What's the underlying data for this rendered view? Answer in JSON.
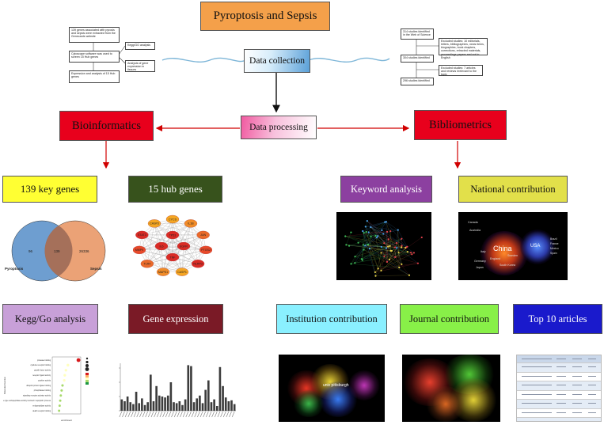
{
  "title": "Pyroptosis and Sepsis",
  "nodes": {
    "data_collection": "Data collection",
    "data_processing": "Data processing",
    "bioinformatics": "Bioinformatics",
    "bibliometrics": "Bibliometrics",
    "key_genes": "139 key genes",
    "hub_genes": "15 hub genes",
    "keyword_analysis": "Keyword analysis",
    "national_contribution": "National contribution",
    "kegg_go": "Kegg/Go analysis",
    "gene_expression": "Gene expression",
    "institution_contribution": "Institution  contribution",
    "journal_contribution": "Journal contribution",
    "top10": "Top 10 articles"
  },
  "left_flow": {
    "step1": "139 genes associated with pyrosis and sepsis were extracted from the Genecards website",
    "step2": "Cytoscape software was used to screen 15 Hub genes",
    "step3": "Expression and analysis of 15 Hub genes",
    "side1": "Kegg/GO analysis",
    "side2": "Analysis of gene expression in tissues"
  },
  "right_flow": {
    "step1": "314 studies identified in the Web of Science",
    "step2": "304 studies identified",
    "step3": "296 studies identified",
    "side1": "Excluded studies: 10 editorials, letters, bibliographies, news items, biographies, book chapters, corrections, retracted materials, proceedings papers and not in English",
    "side2": "Excluded studies: 7 articles and reviews irrelevant to the topic"
  },
  "venn": {
    "left_set": "Pyroptosis",
    "right_set": "Sepsis",
    "left_only": "96",
    "overlap": "139",
    "right_only": "26336"
  },
  "hub_genes": [
    "CYCS",
    "IL1B",
    "JUN",
    "PTGS2",
    "NLRP3",
    "CASP1",
    "MAPK1",
    "TLR4",
    "MMP9",
    "STAT3",
    "CASP3",
    "TP53",
    "EGFR",
    "TNF",
    "IL6"
  ],
  "country_map": {
    "china": "China",
    "usa": "USA",
    "others": [
      "Canada",
      "Australia",
      "Italy",
      "Germany",
      "Japan",
      "England",
      "South Korea",
      "Sweden",
      "Brazil",
      "France",
      "Mexico",
      "Spain"
    ]
  },
  "institution_label": "univ pittsburgh",
  "kegg_dotplot": {
    "ylabel": "Molecular Function",
    "xlabel": "enrichment",
    "legend_colors": [
      "#d7191c",
      "#fdae61",
      "#ffffbf",
      "#a6d96a",
      "#1a9641"
    ],
    "rows": [
      {
        "label": "protease binding",
        "x": 0.92
      },
      {
        "label": "cytokine receptor binding",
        "x": 0.55
      },
      {
        "label": "growth factor activity",
        "x": 0.48
      },
      {
        "label": "receptor ligand activity",
        "x": 0.44
      },
      {
        "label": "cytokine activity",
        "x": 0.42
      },
      {
        "label": "ubiquitin protein ligase binding",
        "x": 0.36
      },
      {
        "label": "phosphatase binding",
        "x": 0.33
      },
      {
        "label": "signaling receptor activator activity",
        "x": 0.3
      },
      {
        "label": "cysteine-type endopeptidase activity involved in apoptotic process",
        "x": 0.28
      },
      {
        "label": "endopeptidase activity",
        "x": 0.26
      },
      {
        "label": "death receptor binding",
        "x": 0.24
      }
    ]
  },
  "expression_bars": [
    1.2,
    1.0,
    1.5,
    0.9,
    0.7,
    2.0,
    0.8,
    1.3,
    0.6,
    0.9,
    3.8,
    1.0,
    2.6,
    1.6,
    1.5,
    1.4,
    1.6,
    3.0,
    0.9,
    0.8,
    1.0,
    0.6,
    1.2,
    4.8,
    4.7,
    0.9,
    1.3,
    1.6,
    0.8,
    2.2,
    3.2,
    0.9,
    1.2,
    0.5,
    4.6,
    2.6,
    1.4,
    1.0,
    1.1,
    0.7
  ],
  "expression_ylim": [
    0,
    5
  ],
  "colors": {
    "title_bg": "#f4a04a",
    "bioinformatics_bg": "#e8001c",
    "bibliometrics_bg": "#e8001c",
    "key_genes_bg": "#ffff33",
    "hub_genes_bg": "#37521c",
    "keyword_bg": "#8c40a0",
    "national_bg": "#e2e04a",
    "kegg_bg": "#c8a0d8",
    "gene_expr_bg": "#7a1a26",
    "institution_bg": "#8af0ff",
    "journal_bg": "#88f048",
    "top10_bg": "#1a1acc",
    "arrow_red": "#d10000"
  }
}
